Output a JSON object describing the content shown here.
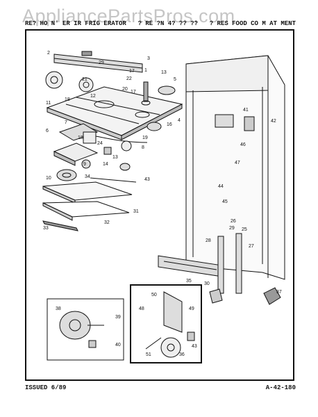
{
  "watermark": "AppliancePartsPros.com",
  "header": {
    "left": "RE? HO N' ER IR FRIG ERATOR",
    "middle": "? RE ?N 4? ?? ??",
    "right": "? RES FOOD CO M AT MENT"
  },
  "footer": {
    "issued": "ISSUED 6/89",
    "code": "A-42-180"
  },
  "callouts": [
    "2",
    "3",
    "1",
    "29",
    "21",
    "17",
    "22",
    "20",
    "12",
    "13",
    "5",
    "18",
    "17",
    "11",
    "4",
    "7",
    "16",
    "6",
    "18",
    "19",
    "8",
    "24",
    "13",
    "14",
    "9",
    "10",
    "34",
    "43",
    "31",
    "33",
    "32",
    "41",
    "42",
    "46",
    "47",
    "44",
    "45",
    "26",
    "25",
    "29",
    "28",
    "27",
    "35",
    "30",
    "37",
    "38",
    "39",
    "40",
    "50",
    "48",
    "49",
    "51",
    "36",
    "43"
  ]
}
